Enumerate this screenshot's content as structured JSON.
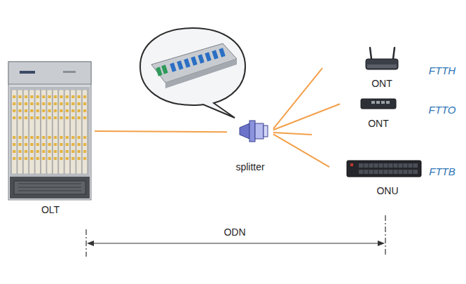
{
  "diagram": {
    "nodes": [
      {
        "text": [
          "OLT"
        ]
      },
      {
        "text": [
          "splitter"
        ]
      },
      {
        "text": [
          "ONT"
        ]
      },
      {
        "text": [
          "ONT"
        ]
      },
      {
        "text": [
          "ONU"
        ]
      }
    ],
    "edges": [
      {
        "from": 0,
        "to": 1,
        "arrow": "none"
      },
      {
        "from": 1,
        "to": 2,
        "arrow": "none"
      },
      {
        "from": 1,
        "to": 3,
        "arrow": "none"
      },
      {
        "from": 1,
        "to": 4,
        "arrow": "none"
      }
    ],
    "labels": [
      "FTTH",
      "FTTO",
      "FTTB",
      "ODN"
    ]
  }
}
